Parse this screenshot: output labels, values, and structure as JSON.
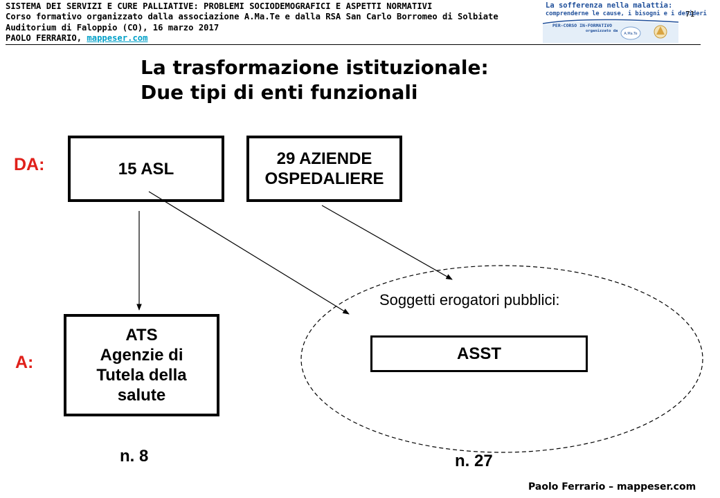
{
  "header": {
    "line1": "SISTEMA DEI SERVIZI E CURE PALLIATIVE: PROBLEMI SOCIODEMOGRAFICI E ASPETTI NORMATIVI",
    "line2": "Corso formativo organizzato dalla associazione  A.Ma.Te  e dalla RSA San Carlo Borromeo di Solbiate",
    "line3": "Auditorium di Faloppio (CO), 16 marzo 2017",
    "line4_author": "PAOLO FERRARIO, ",
    "line4_link": " mappeser.com"
  },
  "page_number": "71",
  "banner": {
    "title": "La sofferenza nella malattia:",
    "subtitle": "comprenderne le cause, i bisogni e i desideri",
    "course": "PER-CORSO IN-FORMATIVO",
    "organized": "organizzato da"
  },
  "title": {
    "line1": "La trasformazione istituzionale:",
    "line2": "Due tipi di enti funzionali"
  },
  "labels": {
    "from": "DA:",
    "to": "A:"
  },
  "boxes": {
    "asl": "15 ASL",
    "aziende_line1": "29 AZIENDE",
    "aziende_line2": "OSPEDALIERE",
    "ats_line1": "ATS",
    "ats_line2": "Agenzie di",
    "ats_line3": "Tutela della",
    "ats_line4": "salute",
    "asst": "ASST"
  },
  "ellipse_caption": "Soggetti erogatori pubblici:",
  "counts": {
    "ats": "n. 8",
    "asst": "n. 27"
  },
  "footer": "Paolo Ferrario – mappeser.com"
}
